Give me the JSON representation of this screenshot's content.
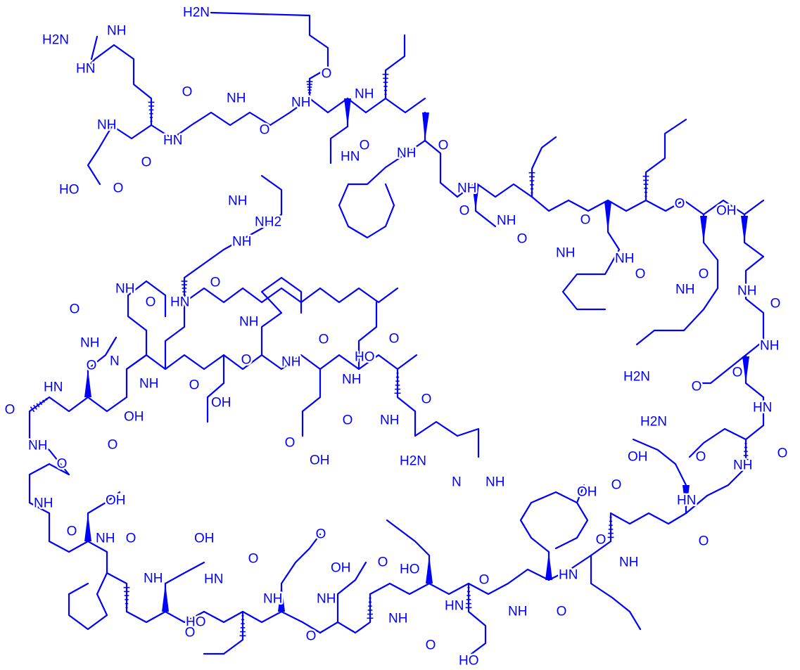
{
  "colors": {
    "ink": "#0000ff",
    "background": "#ffffff"
  },
  "labels": {
    "guan1_nh": "NH",
    "guan1_h2n": "H2N",
    "guan1_hn": "HN",
    "lys1_h2n": "H2N",
    "nh": "NH",
    "hn": "HN",
    "o": "O",
    "hoo": "HO",
    "oh": "OH",
    "h2n": "H2N",
    "nh2": "NH2",
    "n": "N"
  }
}
